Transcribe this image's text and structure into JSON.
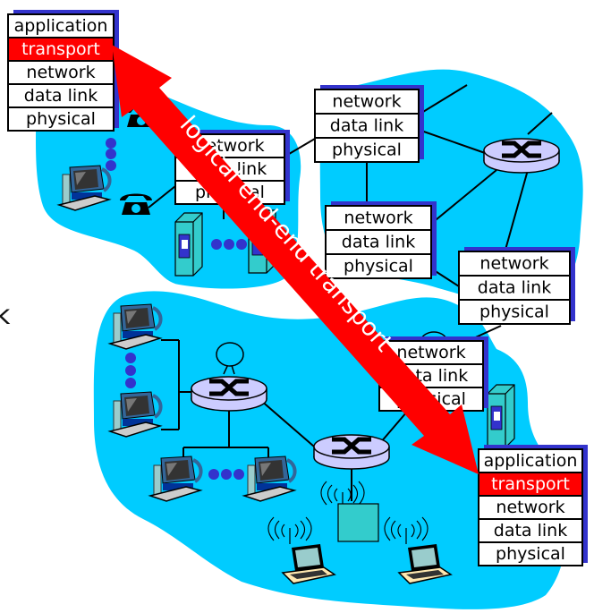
{
  "diagram": {
    "title_fragment": "k",
    "colors": {
      "network_cloud": "#00ccff",
      "stack_shadow": "#3333cc",
      "highlight_layer": "#ff0000",
      "router_fill": "#ccccff",
      "server_fill": "#33cccc",
      "dots": "#3333cc",
      "arrow": "#ff0000"
    },
    "arrow_label": "logical end-end transport",
    "stacks": {
      "host_top_left": {
        "layers": [
          "application",
          "transport",
          "network",
          "data link",
          "physical"
        ],
        "highlighted": "transport"
      },
      "router_center_left": {
        "layers": [
          "network",
          "data link",
          "physical"
        ]
      },
      "router_top_right": {
        "layers": [
          "network",
          "data link",
          "physical"
        ]
      },
      "router_middle": {
        "layers": [
          "network",
          "data link",
          "physical"
        ]
      },
      "router_right": {
        "layers": [
          "network",
          "data link",
          "physical"
        ]
      },
      "router_lower_middle": {
        "layers": [
          "network",
          "data link",
          "physical"
        ]
      },
      "host_bottom_right": {
        "layers": [
          "application",
          "transport",
          "network",
          "data link",
          "physical"
        ],
        "highlighted": "transport"
      }
    },
    "icons": [
      "telephone-icon",
      "desktop-computer-icon",
      "server-icon",
      "router-icon",
      "satellite-dish-icon",
      "wireless-access-point-icon",
      "laptop-icon",
      "ellipsis-dots-icon"
    ]
  }
}
